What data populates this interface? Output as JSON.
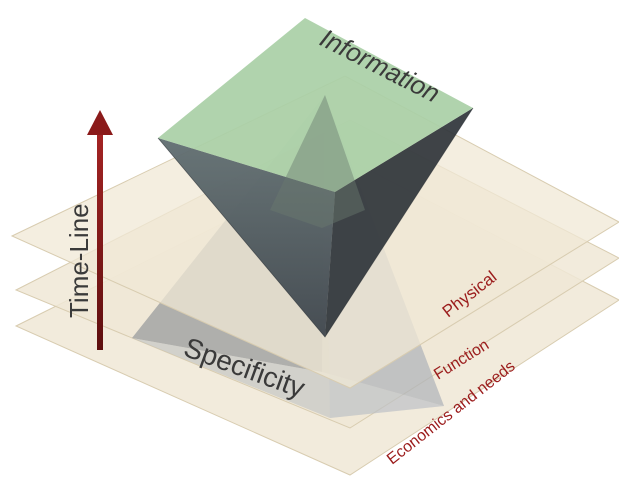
{
  "labels": {
    "top": "Information",
    "bottom": "Specificity",
    "axis": "Time-Line",
    "layers": [
      "Physical",
      "Function",
      "Economics and needs"
    ]
  },
  "colors": {
    "plane_fill": "#f0e8d6",
    "plane_edge": "#d8ccb0",
    "top_face": "#a9cfa6",
    "inverted_pyramid": "#4a4f55",
    "upright_pyramid": "#8a9099",
    "arrow": "#8b1a1a",
    "layer_label": "#9b1c1c",
    "main_label": "#3a3a3a"
  }
}
